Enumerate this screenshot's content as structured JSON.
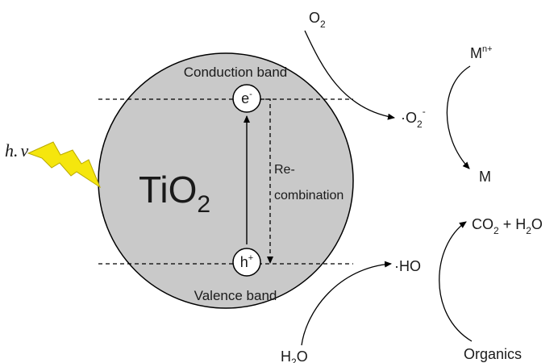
{
  "diagram": {
    "particle": {
      "label": "TiO",
      "subscript": "2"
    },
    "bands": {
      "conduction": "Conduction band",
      "valence": "Valence band"
    },
    "carriers": {
      "electron": {
        "base": "e",
        "sup": "-"
      },
      "hole": {
        "base": "h",
        "sup": "+"
      }
    },
    "recombination": {
      "line1": "Re-",
      "line2": "combination"
    },
    "light": {
      "label": "h.",
      "nu": "ν"
    },
    "species": {
      "o2": {
        "base": "O",
        "sub": "2"
      },
      "superoxide": {
        "prefix": "·O",
        "sub": "2",
        "sup": "-"
      },
      "metal_ion": {
        "base": "M",
        "sup": "n+"
      },
      "metal": "M",
      "hydroxyl": "·HO",
      "water": {
        "base": "H",
        "sub": "2",
        "tail": "O"
      },
      "products": {
        "c": "CO",
        "sub1": "2",
        "mid": " + H",
        "sub2": "2",
        "tail": "O"
      },
      "organics": "Organics"
    },
    "colors": {
      "particle_fill": "#c9c9c9",
      "particle_stroke": "#000000",
      "lightning": "#f5e60d",
      "lightning_stroke": "#b8a800"
    }
  }
}
